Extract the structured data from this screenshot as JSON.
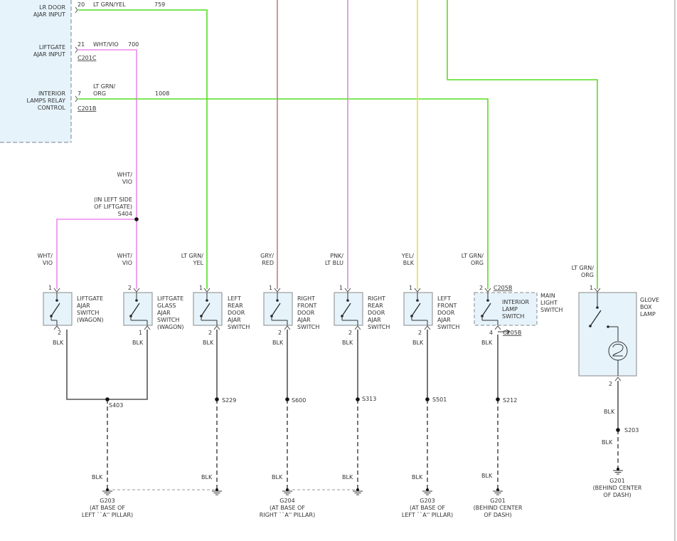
{
  "module": {
    "lr_door_lines": [
      "LR DOOR",
      "AJAR INPUT"
    ],
    "liftgate_lines": [
      "LIFTGATE",
      "AJAR INPUT"
    ],
    "interior_lines": [
      "INTERIOR",
      "LAMPS RELAY",
      "CONTROL"
    ],
    "pin_lr": "20",
    "pin_liftgate": "21",
    "pin_interior": "7",
    "conn_c201c": "C201C",
    "conn_c201b": "C201B"
  },
  "wires": {
    "w759_color": "LT GRN/YEL",
    "w759_num": "759",
    "w700_color": "WHT/VIO",
    "w700_num": "700",
    "w1008_color_lines": [
      "LT GRN/",
      "ORG"
    ],
    "w1008_num": "1008"
  },
  "splice_s404": {
    "wire_lines": [
      "WHT/",
      "VIO"
    ],
    "location_lines": [
      "(IN LEFT SIDE",
      "OF LIFTGATE)"
    ],
    "id": "S404"
  },
  "switches": [
    {
      "color_lines": [
        "WHT/",
        "VIO"
      ],
      "pin_top": "1",
      "pin_bottom": "2",
      "name_lines": [
        "LIFTGATE",
        "AJAR",
        "SWITCH",
        "(WAGON)"
      ],
      "ground_wire": "BLK"
    },
    {
      "color_lines": [
        "WHT/",
        "VIO"
      ],
      "pin_top": "2",
      "pin_bottom": "1",
      "name_lines": [
        "LIFTGATE",
        "GLASS",
        "AJAR",
        "SWITCH",
        "(WAGON)"
      ],
      "ground_wire": "BLK"
    },
    {
      "color_lines": [
        "LT GRN/",
        "YEL"
      ],
      "pin_top": "1",
      "pin_bottom": "2",
      "name_lines": [
        "LEFT",
        "REAR",
        "DOOR",
        "AJAR",
        "SWITCH"
      ],
      "ground_wire": "BLK"
    },
    {
      "color_lines": [
        "GRY/",
        "RED"
      ],
      "pin_top": "1",
      "pin_bottom": "2",
      "name_lines": [
        "RIGHT",
        "FRONT",
        "DOOR",
        "AJAR",
        "SWITCH"
      ],
      "ground_wire": "BLK"
    },
    {
      "color_lines": [
        "PNK/",
        "LT BLU"
      ],
      "pin_top": "1",
      "pin_bottom": "2",
      "name_lines": [
        "RIGHT",
        "REAR",
        "DOOR",
        "AJAR",
        "SWITCH"
      ],
      "ground_wire": "BLK"
    },
    {
      "color_lines": [
        "YEL/",
        "BLK"
      ],
      "pin_top": "1",
      "pin_bottom": "2",
      "name_lines": [
        "LEFT",
        "FRONT",
        "DOOR",
        "AJAR",
        "SWITCH"
      ],
      "ground_wire": "BLK"
    }
  ],
  "main_light_switch": {
    "color_lines": [
      "LT GRN/",
      "ORG"
    ],
    "pin_top": "2",
    "pin_bottom": "4",
    "conn": "C205B",
    "inner_lines": [
      "INTERIOR",
      "LAMP",
      "SWITCH"
    ],
    "outer_lines": [
      "MAIN",
      "LIGHT",
      "SWITCH"
    ],
    "ground_wire": "BLK"
  },
  "glove_box": {
    "color_lines": [
      "LT GRN/",
      "ORG"
    ],
    "pin_top": "1",
    "pin_bottom": "2",
    "name_lines": [
      "GLOVE",
      "BOX",
      "LAMP"
    ],
    "wire_a": "BLK",
    "splice": "S203",
    "wire_b": "BLK",
    "ground": "G201",
    "ground_location": [
      "(BEHIND CENTER",
      "OF DASH)"
    ]
  },
  "splices": [
    "S403",
    "S229",
    "S600",
    "S313",
    "S501",
    "S212"
  ],
  "ground_wires": [
    "BLK",
    "BLK",
    "BLK",
    "BLK",
    "BLK",
    "BLK"
  ],
  "grounds": [
    {
      "id": "G203",
      "location": [
        "(AT BASE OF",
        "LEFT ``A'' PILLAR)"
      ]
    },
    {
      "id": "G204",
      "location": [
        "(AT BASE OF",
        "RIGHT ``A'' PILLAR)"
      ]
    },
    {
      "id": "G203",
      "location": [
        "(AT BASE OF",
        "LEFT ``A'' PILLAR)"
      ]
    },
    {
      "id": "G201",
      "location": [
        "(BEHIND CENTER",
        "OF DASH)"
      ]
    }
  ],
  "colors": {
    "lt_grn": "#55dd22",
    "wht_vio": "#ee88ee",
    "gry_red": "#c08080",
    "pnk_ltblu": "#dd88dd",
    "yel_blk": "#e6dc50",
    "blk": "#555555",
    "box_fill": "#e6f3fb",
    "box_stroke": "#888888"
  }
}
